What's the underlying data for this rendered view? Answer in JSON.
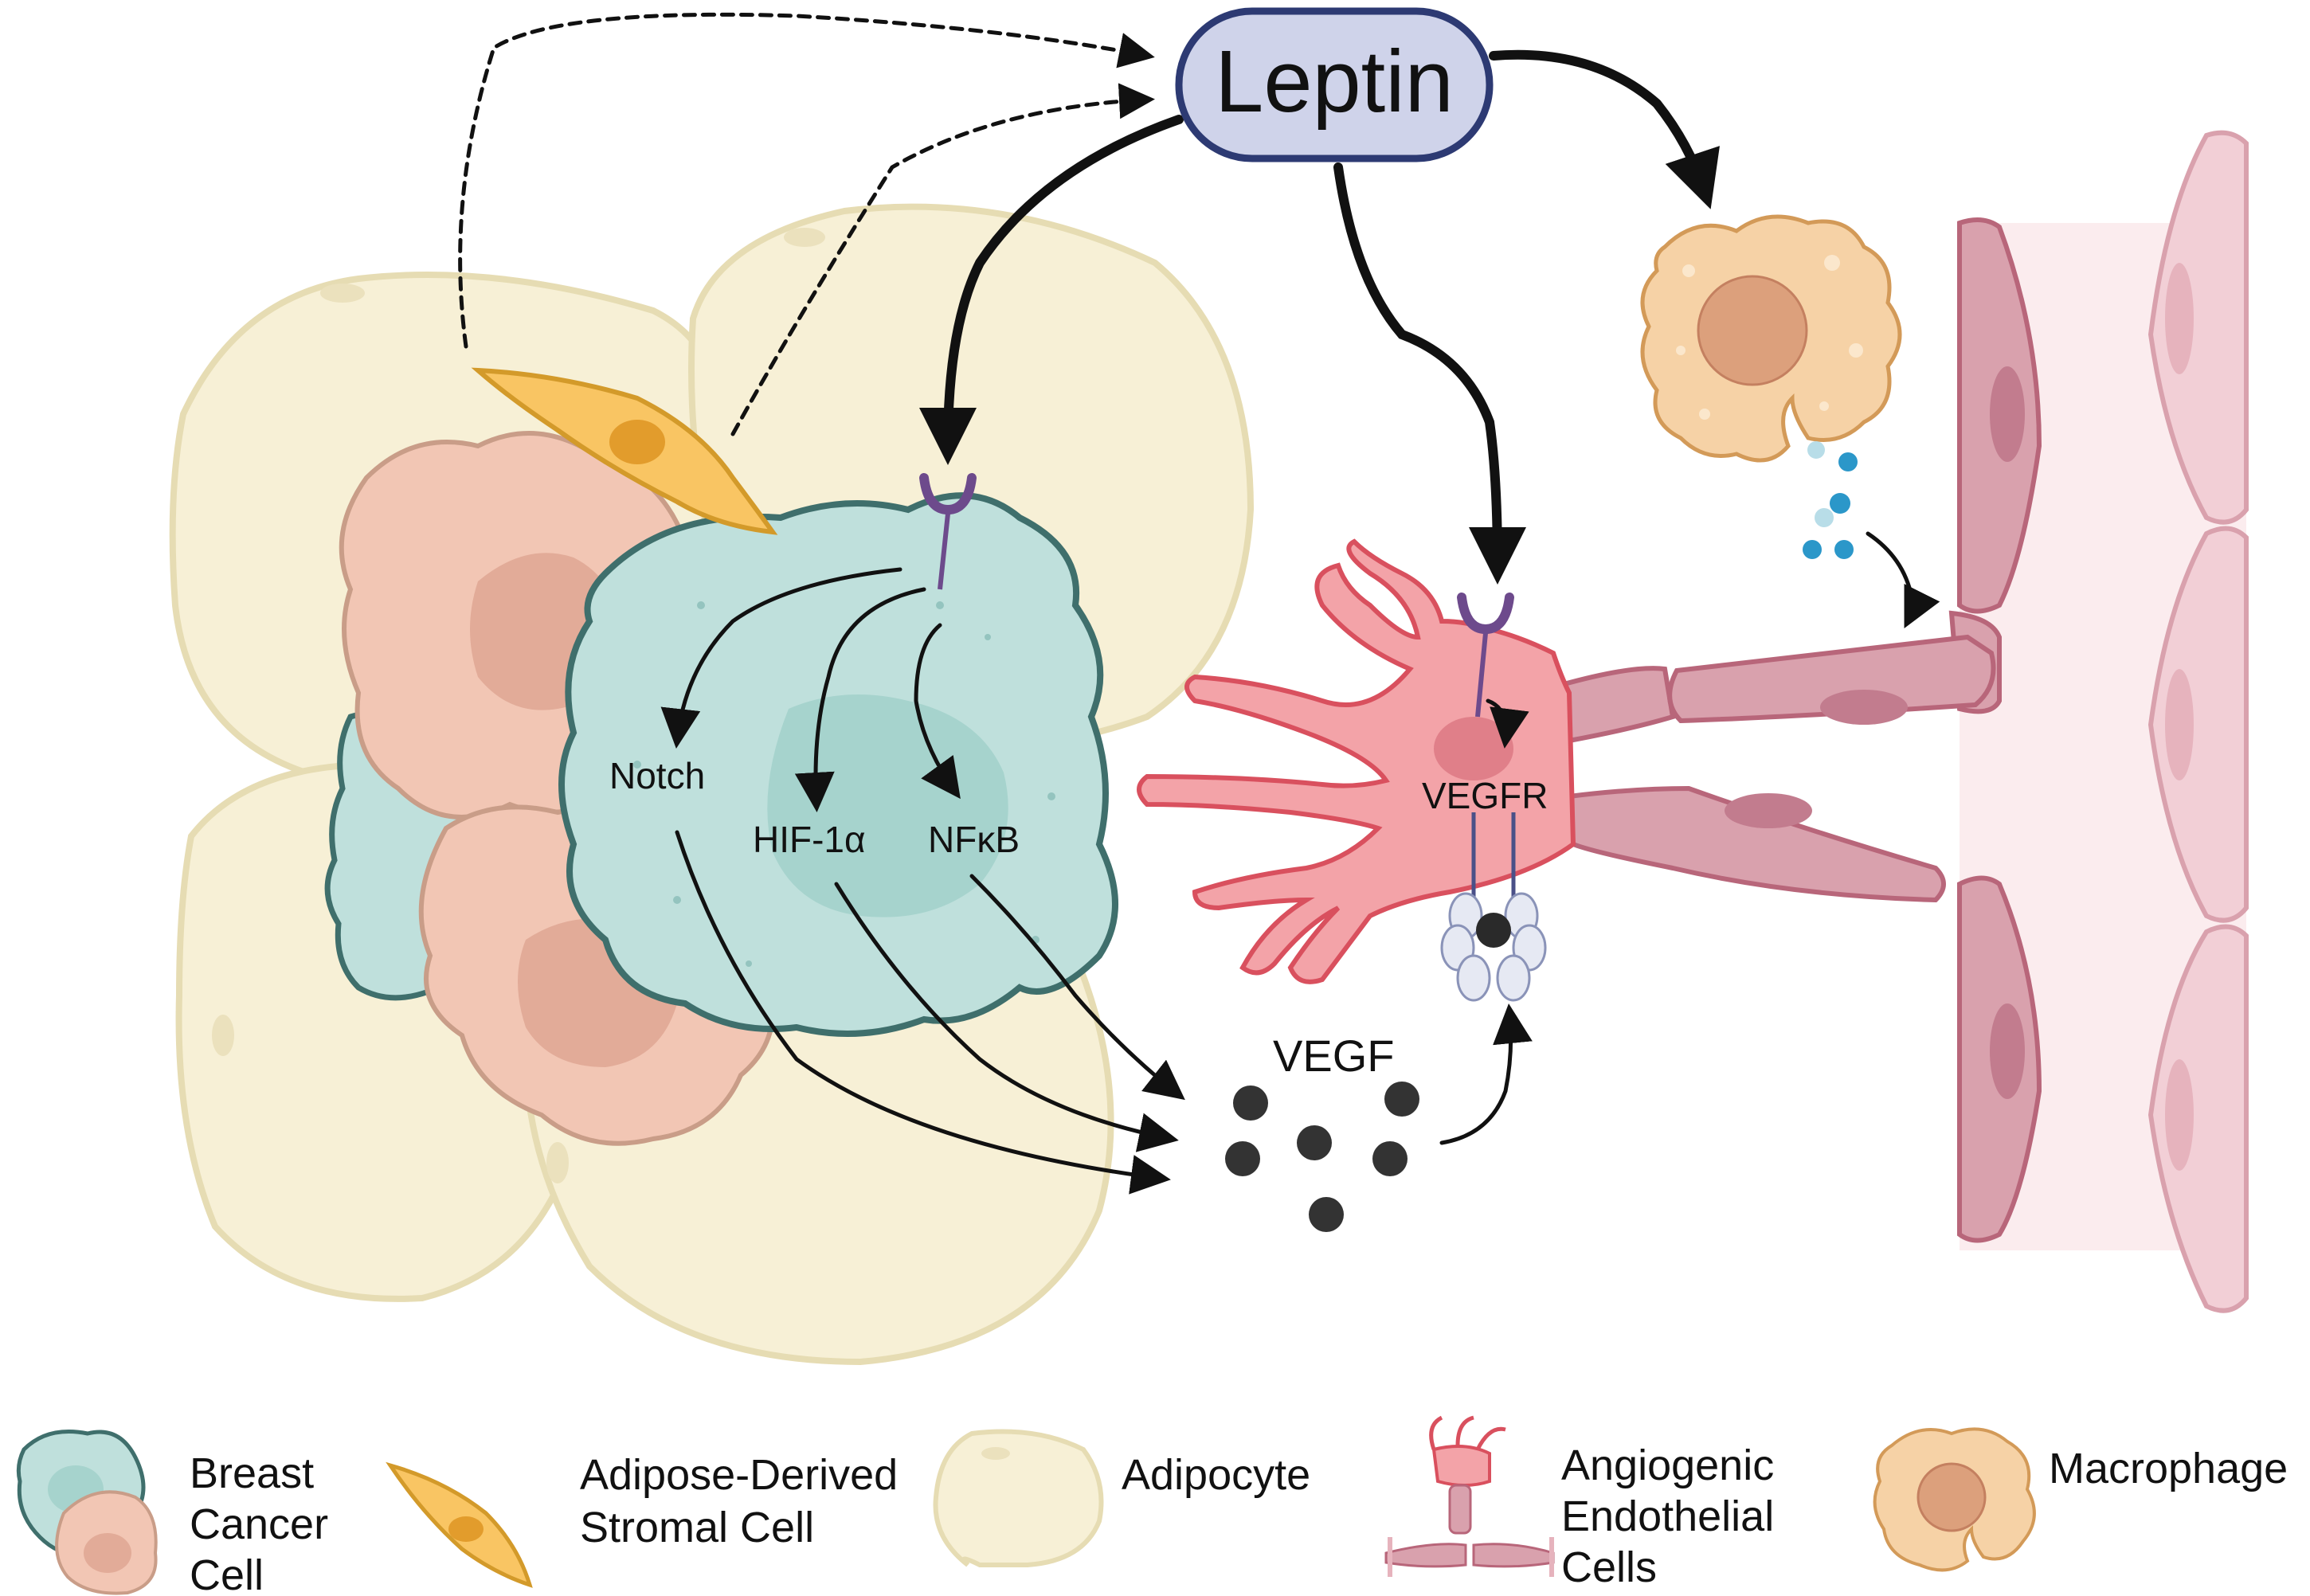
{
  "hub": {
    "label": "Leptin"
  },
  "pathways": {
    "notch": "Notch",
    "hif": "HIF-1α",
    "nfkb": "NFκB"
  },
  "factors": {
    "vegf": "VEGF",
    "vegfr": "VEGFR"
  },
  "legend": [
    {
      "icon": "breast-cancer-cell-icon",
      "lines": [
        "Breast",
        "Cancer",
        "Cell"
      ]
    },
    {
      "icon": "stromal-cell-icon",
      "lines": [
        "Adipose-Derived",
        "Stromal Cell"
      ]
    },
    {
      "icon": "adipocyte-icon",
      "lines": [
        "Adipocyte"
      ]
    },
    {
      "icon": "endothelial-cells-icon",
      "lines": [
        "Angiogenic",
        "Endothelial",
        "Cells"
      ]
    },
    {
      "icon": "macrophage-icon",
      "lines": [
        "Macrophage"
      ]
    }
  ],
  "colors": {
    "leptin_fill": "#cfd3ea",
    "leptin_stroke": "#2d3a73",
    "adipocyte_fill": "#f7f0d6",
    "adipocyte_stroke": "#e6dcb3",
    "cancer_teal": "#bfe0dc",
    "cancer_teal_stroke": "#3f6f6c",
    "cancer_pink": "#f2c6b4",
    "stromal": "#f9c563",
    "endothelial": "#f3a3a8",
    "vessel": "#d9a1ad",
    "macrophage": "#f6d2a6",
    "receptor": "#6d4a8c"
  }
}
